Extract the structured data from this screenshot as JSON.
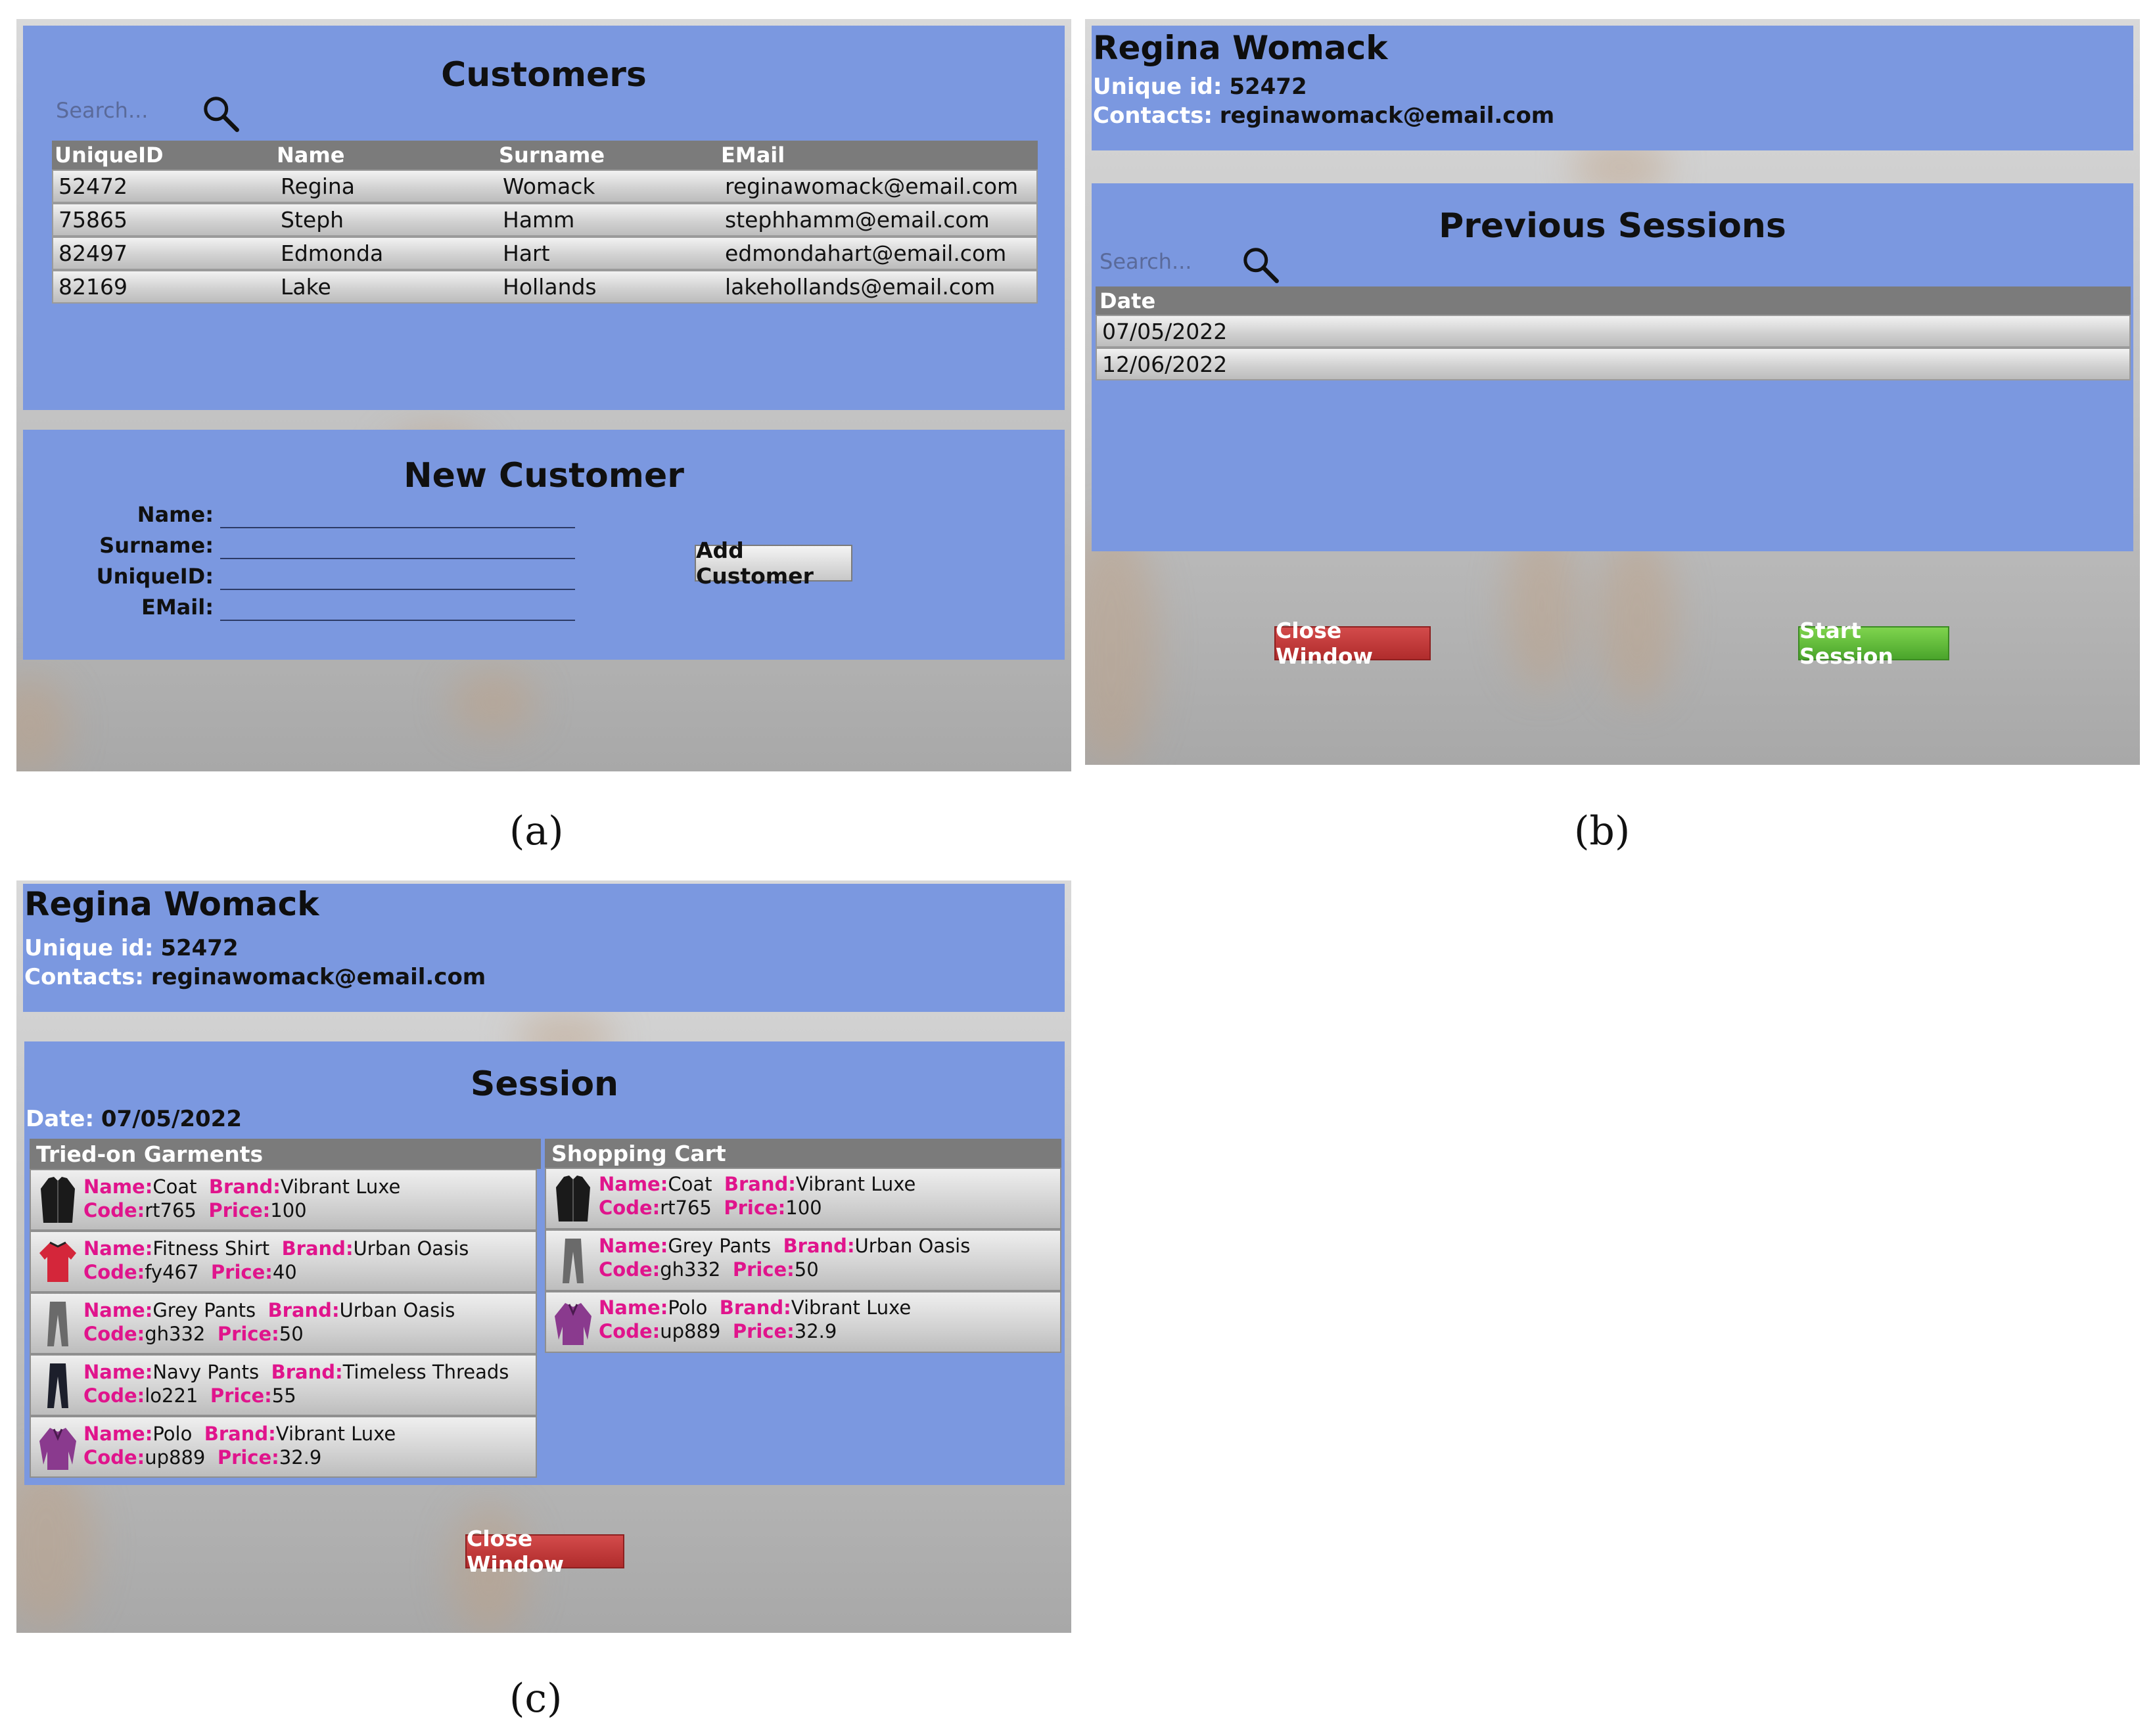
{
  "colors": {
    "panel": "#7b98e0",
    "header_row": "#7b7b7b",
    "field_key": "#e0148c",
    "close_button": "#c23a3a",
    "start_button": "#5cb838"
  },
  "captions": {
    "a": "(a)",
    "b": "(b)",
    "c": "(c)"
  },
  "screen_a": {
    "customers_title": "Customers",
    "search_placeholder": "Search...",
    "search_icon": "search-icon",
    "columns": [
      "UniqueID",
      "Name",
      "Surname",
      "EMail"
    ],
    "rows": [
      [
        "52472",
        "Regina",
        "Womack",
        "reginawomack@email.com"
      ],
      [
        "75865",
        "Steph",
        "Hamm",
        "stephhamm@email.com"
      ],
      [
        "82497",
        "Edmonda",
        "Hart",
        "edmondahart@email.com"
      ],
      [
        "82169",
        "Lake",
        "Hollands",
        "lakehollands@email.com"
      ]
    ],
    "new_customer_title": "New Customer",
    "form_labels": [
      "Name:",
      "Surname:",
      "UniqueID:",
      "EMail:"
    ],
    "add_button": "Add Customer"
  },
  "screen_b": {
    "customer_name": "Regina Womack",
    "unique_id_label": "Unique id:",
    "unique_id": "52472",
    "contacts_label": "Contacts:",
    "contacts": "reginawomack@email.com",
    "sessions_title": "Previous Sessions",
    "search_placeholder": "Search...",
    "date_column": "Date",
    "dates": [
      "07/05/2022",
      "12/06/2022"
    ],
    "close_button": "Close Window",
    "start_button": "Start Session"
  },
  "screen_c": {
    "customer_name": "Regina Womack",
    "unique_id_label": "Unique id:",
    "unique_id": "52472",
    "contacts_label": "Contacts:",
    "contacts": "reginawomack@email.com",
    "session_title": "Session",
    "date_label": "Date:",
    "date": "07/05/2022",
    "tried_on_header": "Tried-on Garments",
    "cart_header": "Shopping Cart",
    "field_labels": {
      "name": "Name:",
      "brand": "Brand:",
      "code": "Code:",
      "price": "Price:"
    },
    "tried_on": [
      {
        "icon": "coat-icon",
        "name": "Coat",
        "brand": "Vibrant Luxe",
        "code": "rt765",
        "price": "100"
      },
      {
        "icon": "fitness-shirt-icon",
        "name": "Fitness Shirt",
        "brand": "Urban Oasis",
        "code": "fy467",
        "price": "40"
      },
      {
        "icon": "grey-pants-icon",
        "name": "Grey Pants",
        "brand": "Urban Oasis",
        "code": "gh332",
        "price": "50"
      },
      {
        "icon": "navy-pants-icon",
        "name": "Navy Pants",
        "brand": "Timeless Threads",
        "code": "lo221",
        "price": "55"
      },
      {
        "icon": "polo-icon",
        "name": "Polo",
        "brand": "Vibrant Luxe",
        "code": "up889",
        "price": "32.9"
      }
    ],
    "cart": [
      {
        "icon": "coat-icon",
        "name": "Coat",
        "brand": "Vibrant Luxe",
        "code": "rt765",
        "price": "100"
      },
      {
        "icon": "grey-pants-icon",
        "name": "Grey Pants",
        "brand": "Urban Oasis",
        "code": "gh332",
        "price": "50"
      },
      {
        "icon": "polo-icon",
        "name": "Polo",
        "brand": "Vibrant Luxe",
        "code": "up889",
        "price": "32.9"
      }
    ],
    "close_button": "Close Window"
  }
}
